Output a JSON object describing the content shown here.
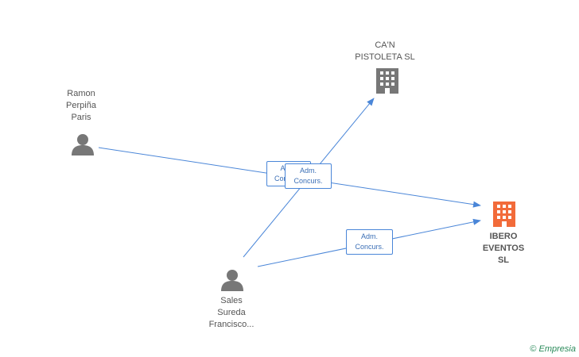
{
  "nodes": {
    "can_pistoleta": {
      "label_line1": "CA'N",
      "label_line2": "PISTOLETA SL",
      "type": "company",
      "color": "#777777"
    },
    "ramon": {
      "label_line1": "Ramon",
      "label_line2": "Perpiña",
      "label_line3": "Paris",
      "type": "person",
      "color": "#777777"
    },
    "ibero": {
      "label_line1": "IBERO",
      "label_line2": "EVENTOS",
      "label_line3": "SL",
      "type": "company",
      "color": "#f26b3a"
    },
    "sales": {
      "label_line1": "Sales",
      "label_line2": "Sureda",
      "label_line3": "Francisco...",
      "type": "person",
      "color": "#777777"
    }
  },
  "edges": [
    {
      "from": "ramon",
      "to": "ibero",
      "label_line1": "Adm.",
      "label_line2": "Concurs."
    },
    {
      "from": "sales",
      "to": "can_pistoleta",
      "label_line1": "Adm.",
      "label_line2": "Concurs."
    },
    {
      "from": "sales",
      "to": "ibero",
      "label_line1": "Adm.",
      "label_line2": "Concurs."
    }
  ],
  "edge_color": "#4a86d8",
  "watermark": {
    "copyright": "©",
    "brand": "Empresia"
  }
}
